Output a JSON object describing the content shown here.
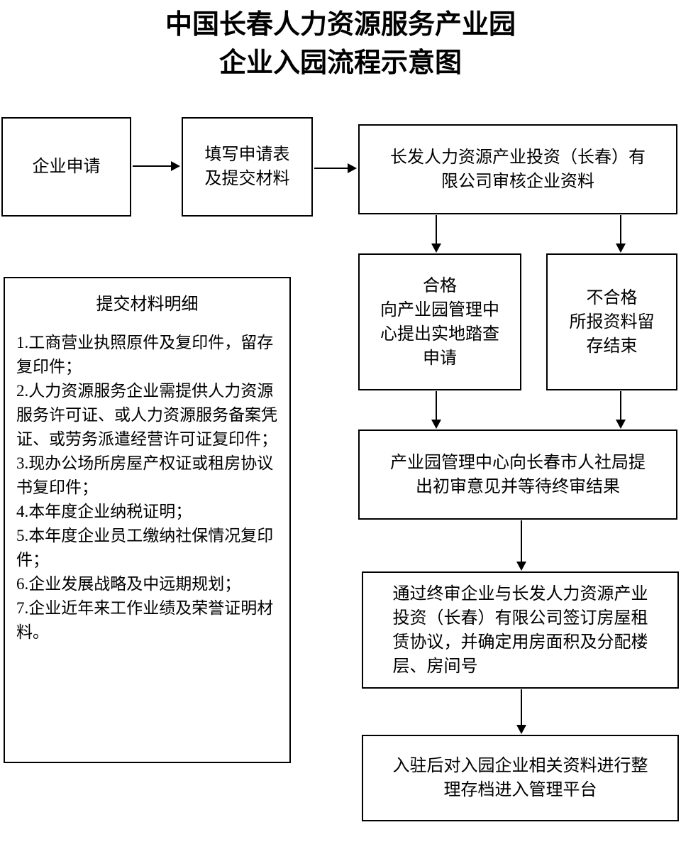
{
  "title": "中国长春人力资源服务产业园\n企业入园流程示意图",
  "flow": {
    "apply": "企业申请",
    "fill_form": "填写申请表\n及提交材料",
    "review": "长发人力资源产业投资（长春）有\n限公司审核企业资料",
    "qualified": "合格\n向产业园管理中\n心提出实地踏查\n申请",
    "unqualified": "不合格\n所报资料留\n存结束",
    "initial_review": "产业园管理中心向长春市人社局提\n出初审意见并等待终审结果",
    "sign_lease": "通过终审企业与长发人力资源产业\n投资（长春）有限公司签订房屋租\n赁协议，并确定用房面积及分配楼\n层、房间号",
    "archive": "入驻后对入园企业相关资料进行整\n理存档进入管理平台"
  },
  "materials": {
    "heading": "提交材料明细",
    "items": [
      "1.工商营业执照原件及复印件，留存复印件；",
      "2.人力资源服务企业需提供人力资源服务许可证、或人力资源服务备案凭证、或劳务派遣经营许可证复印件；",
      "3.现办公场所房屋产权证或租房协议书复印件；",
      "4.本年度企业纳税证明；",
      "5.本年度企业员工缴纳社保情况复印件；",
      "6.企业发展战略及中远期规划；",
      "7.企业近年来工作业绩及荣誉证明材料。"
    ]
  },
  "colors": {
    "line": "#000000",
    "background": "#ffffff"
  }
}
